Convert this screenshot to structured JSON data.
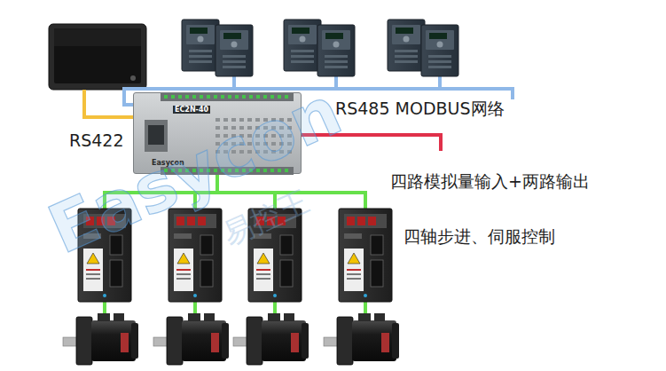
{
  "diagram": {
    "nodes": [
      {
        "text": [
          "EC2N-40",
          "Easycon"
        ]
      }
    ],
    "labels": [
      "RS485 MODBUS网络",
      "RS422",
      "四路模拟量输入+两路输出",
      "四轴步进、伺服控制",
      "Easycon",
      "易控王"
    ]
  }
}
